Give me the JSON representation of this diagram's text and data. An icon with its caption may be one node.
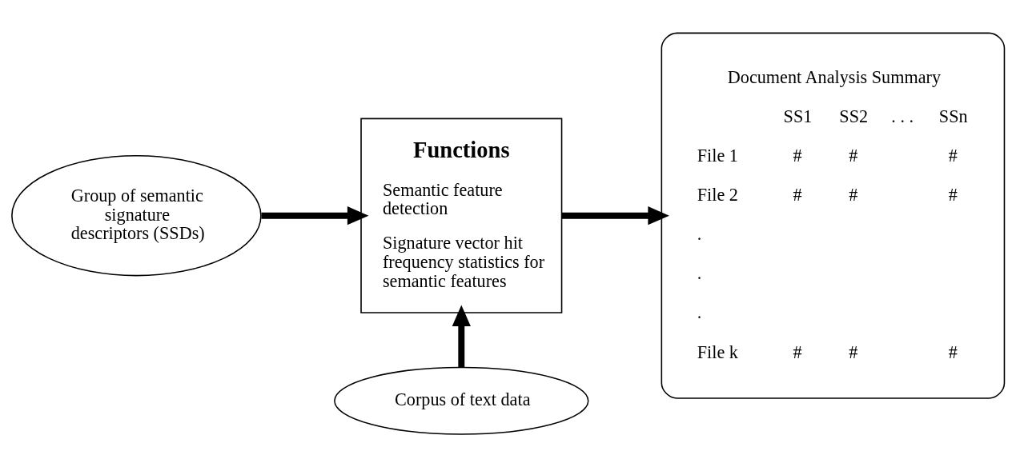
{
  "diagram": {
    "nodes": [
      {
        "text": [
          "Group of semantic signature descriptors (SSDs)"
        ]
      },
      {
        "text": [
          "Functions",
          "Semantic feature detection",
          "Signature vector hit frequency statistics for semantic features"
        ]
      },
      {
        "text": [
          "Corpus of text data"
        ]
      },
      {
        "text": [
          "Document Analysis Summary",
          "SS1",
          "SS2",
          ". . .",
          "SSn",
          "File 1",
          "#",
          "#",
          "#",
          "File 2",
          "#",
          "#",
          "#",
          ".",
          ".",
          ".",
          "File k",
          "#",
          "#",
          "#"
        ]
      }
    ],
    "edges": [
      {
        "from": 0,
        "to": 1,
        "arrow": "to"
      },
      {
        "from": 1,
        "to": 3,
        "arrow": "to"
      },
      {
        "from": 2,
        "to": 1,
        "arrow": "to"
      }
    ]
  }
}
